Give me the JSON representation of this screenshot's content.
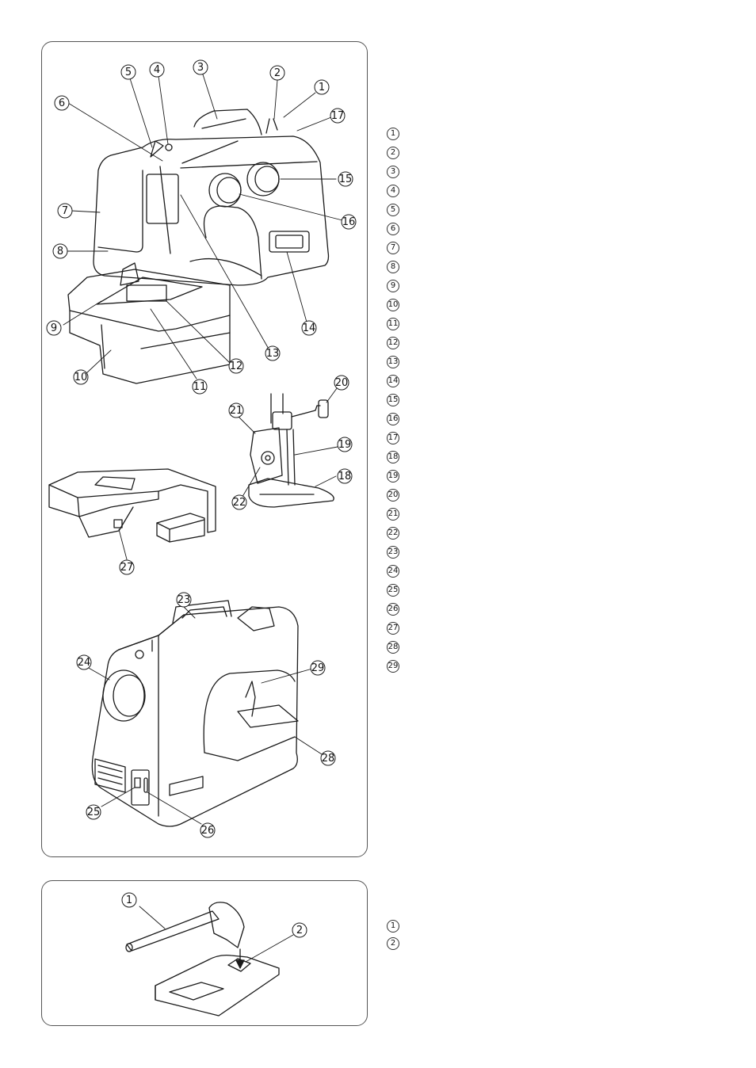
{
  "figures": {
    "main": {
      "front_view_callouts": [
        "1",
        "2",
        "3",
        "4",
        "5",
        "6",
        "7",
        "8",
        "9",
        "10",
        "11",
        "12",
        "13",
        "14",
        "15",
        "16",
        "17"
      ],
      "presser_foot_callouts": [
        "18",
        "19",
        "20",
        "21",
        "22"
      ],
      "free_arm_callouts": [
        "27"
      ],
      "rear_view_callouts": [
        "23",
        "24",
        "25",
        "26",
        "28",
        "29"
      ],
      "legend_markers": [
        "1",
        "2",
        "3",
        "4",
        "5",
        "6",
        "7",
        "8",
        "9",
        "10",
        "11",
        "12",
        "13",
        "14",
        "15",
        "16",
        "17",
        "18",
        "19",
        "20",
        "21",
        "22",
        "23",
        "24",
        "25",
        "26",
        "27",
        "28",
        "29"
      ]
    },
    "spool_pin": {
      "callouts": [
        "1",
        "2"
      ],
      "legend_markers": [
        "1",
        "2"
      ]
    }
  },
  "colors": {
    "line": "#1a1a1a",
    "panel_border": "#555555",
    "background": "#ffffff"
  }
}
